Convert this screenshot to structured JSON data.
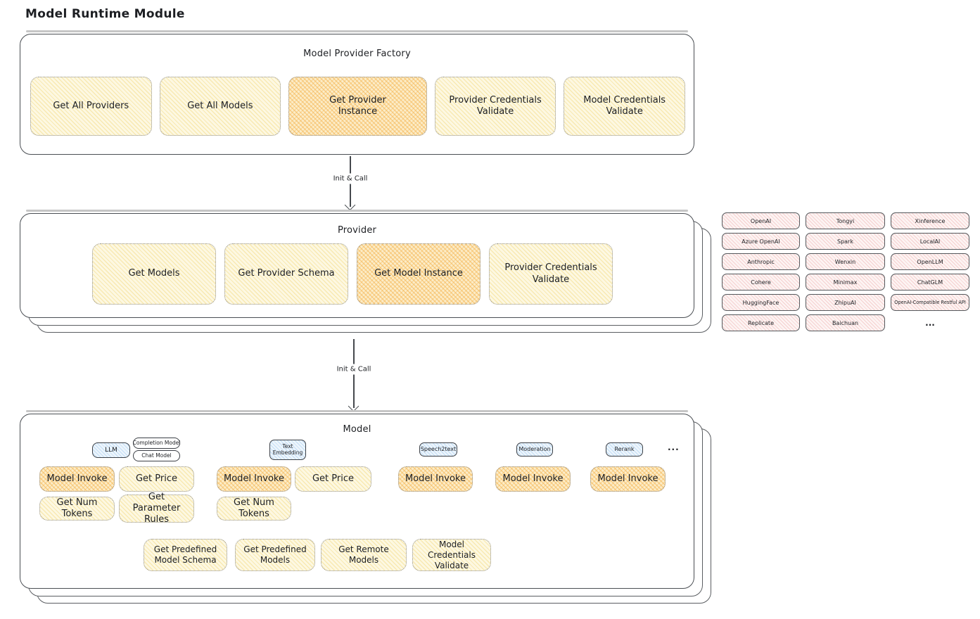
{
  "page_title": "Model Runtime Module",
  "colors": {
    "ink": "#1d1f23",
    "panel_border": "#4a4e53",
    "yellow_fill": "#fdf8e2",
    "orange_fill": "#fcedc9",
    "pink_fill": "#fdf4f3",
    "blue_fill": "#edf5fc"
  },
  "arrows": {
    "factory_to_provider": "Init & Call",
    "provider_to_model": "Init & Call"
  },
  "factory": {
    "title": "Model Provider Factory",
    "buttons": {
      "get_all_providers": "Get All Providers",
      "get_all_models": "Get All Models",
      "get_provider_instance": "Get Provider Instance",
      "provider_credentials_validate": "Provider Credentials Validate",
      "model_credentials_validate": "Model Credentials Validate"
    }
  },
  "provider": {
    "title": "Provider",
    "buttons": {
      "get_models": "Get Models",
      "get_provider_schema": "Get Provider Schema",
      "get_model_instance": "Get Model Instance",
      "provider_credentials_validate": "Provider Credentials Validate"
    }
  },
  "providers_grid": {
    "items": [
      "OpenAI",
      "Tongyi",
      "Xinference",
      "Azure OpenAI",
      "Spark",
      "LocalAI",
      "Anthropic",
      "Wenxin",
      "OpenLLM",
      "Cohere",
      "Minimax",
      "ChatGLM",
      "HuggingFace",
      "ZhipuAI",
      "OpenAI-Compatible Restful API",
      "Replicate",
      "Baichuan"
    ],
    "more": "..."
  },
  "model": {
    "title": "Model",
    "tabs": {
      "llm": "LLM",
      "completion_model": "Completion Model",
      "chat_model": "Chat Model",
      "text_embedding": "Text Embedding",
      "speech2text": "Speech2text",
      "moderation": "Moderation",
      "rerank": "Rerank",
      "more": "..."
    },
    "functions": {
      "llm": {
        "model_invoke": "Model Invoke",
        "get_price": "Get Price",
        "get_num_tokens": "Get Num Tokens",
        "get_parameter_rules": "Get Parameter Rules"
      },
      "text_embedding": {
        "model_invoke": "Model Invoke",
        "get_price": "Get Price",
        "get_num_tokens": "Get Num Tokens"
      },
      "speech2text": {
        "model_invoke": "Model Invoke"
      },
      "moderation": {
        "model_invoke": "Model Invoke"
      },
      "rerank": {
        "model_invoke": "Model Invoke"
      }
    },
    "shared_functions": {
      "get_predefined_model_schema": "Get Predefined Model Schema",
      "get_predefined_models": "Get Predefined Models",
      "get_remote_models": "Get Remote Models",
      "model_credentials_validate": "Model Credentials Validate"
    }
  }
}
